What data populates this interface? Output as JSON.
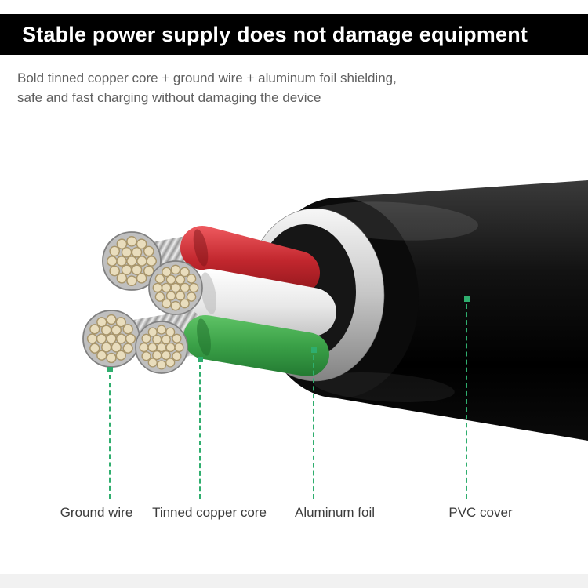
{
  "header": {
    "title": "Stable power supply does not damage equipment",
    "subtitle_line1": "Bold tinned copper core + ground wire + aluminum foil shielding,",
    "subtitle_line2": "safe and fast charging without damaging the device"
  },
  "callouts": [
    {
      "label": "Ground wire"
    },
    {
      "label": "Tinned copper core"
    },
    {
      "label": "Aluminum foil"
    },
    {
      "label": "PVC cover"
    }
  ],
  "illustration": {
    "subject": "cable-cutaway",
    "wire_colors": [
      "red",
      "white",
      "green"
    ]
  },
  "colors": {
    "callout_green": "#2fae6e",
    "title_bar": "#000000",
    "wire_red": "#c2272e",
    "wire_white": "#f2f2f2",
    "wire_green": "#3aa047",
    "foil_silver": "#c6c6c6",
    "jacket_black": "#0d0d0d"
  }
}
